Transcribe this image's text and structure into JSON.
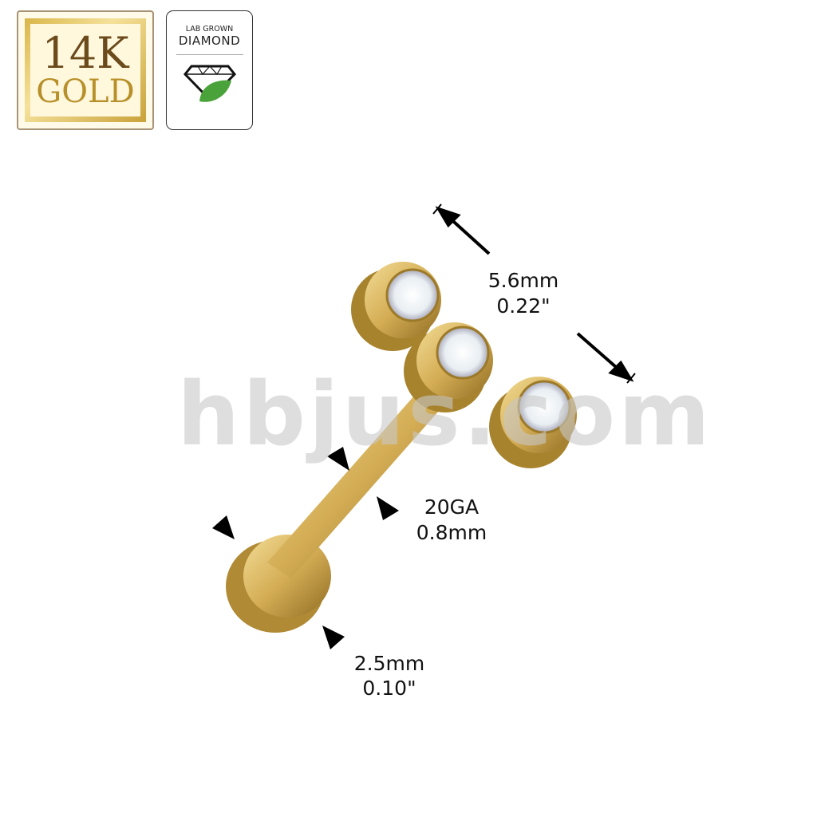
{
  "badges": {
    "gold": {
      "line1": "14K",
      "line2": "GOLD"
    },
    "lab_grown": {
      "line1": "LAB GROWN",
      "line2": "DIAMOND",
      "icon": "diamond-leaf-icon"
    }
  },
  "watermark": "hbjus.com",
  "dimensions": {
    "top_length_mm": "5.6mm",
    "top_length_in": "0.22\"",
    "gauge": "20GA",
    "gauge_mm": "0.8mm",
    "disc_mm": "2.5mm",
    "disc_in": "0.10\""
  },
  "colors": {
    "gold": "#d8b65a",
    "gold_dark": "#9c7a2a",
    "arrow": "#000000"
  }
}
